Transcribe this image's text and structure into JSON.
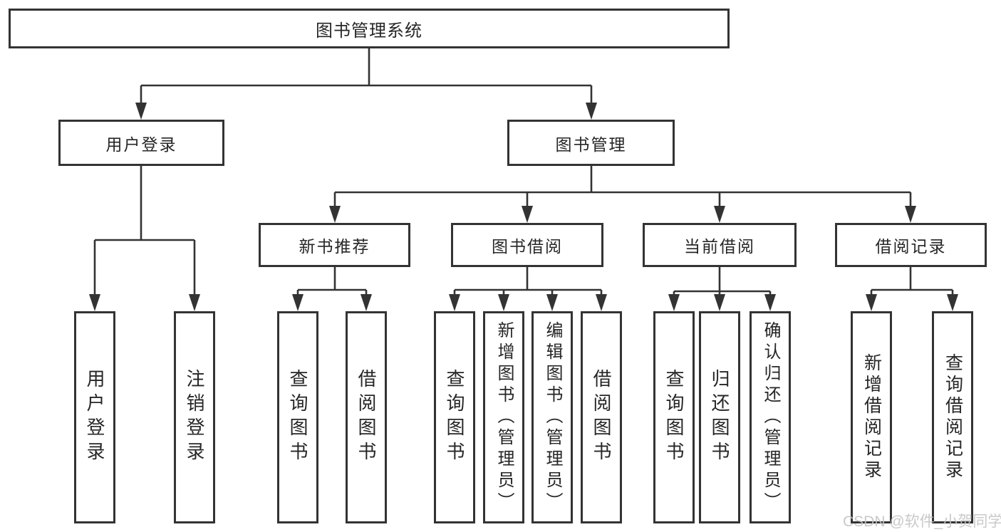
{
  "diagram": {
    "root": {
      "label": "图书管理系统"
    },
    "branches": [
      {
        "label": "用户登录",
        "children": [
          {
            "label": "用户登录"
          },
          {
            "label": "注销登录"
          }
        ]
      },
      {
        "label": "图书管理",
        "children": [
          {
            "label": "新书推荐",
            "children": [
              {
                "label": "查询图书"
              },
              {
                "label": "借阅图书"
              }
            ]
          },
          {
            "label": "图书借阅",
            "children": [
              {
                "label": "查询图书"
              },
              {
                "label": "新增图书（管理员）"
              },
              {
                "label": "编辑图书（管理员）"
              },
              {
                "label": "借阅图书"
              }
            ]
          },
          {
            "label": "当前借阅",
            "children": [
              {
                "label": "查询图书"
              },
              {
                "label": "归还图书"
              },
              {
                "label": "确认归还（管理员）"
              }
            ]
          },
          {
            "label": "借阅记录",
            "children": [
              {
                "label": "新增借阅记录"
              },
              {
                "label": "查询借阅记录"
              }
            ]
          }
        ]
      }
    ]
  },
  "watermark": {
    "text": "CSDN @软件_小贺同学"
  },
  "colors": {
    "line": "#333333",
    "box_border": "#333333",
    "text": "#262626",
    "background": "#ffffff",
    "watermark": "#c3c3c3"
  }
}
